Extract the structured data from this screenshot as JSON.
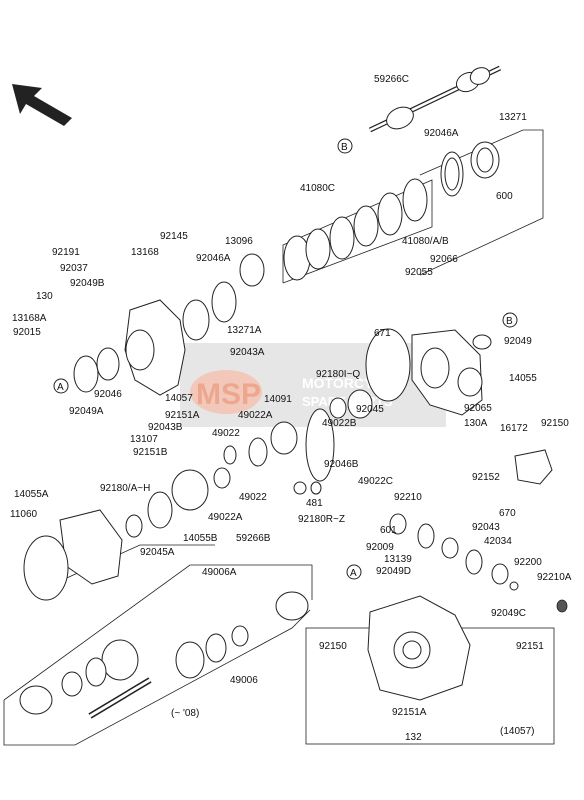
{
  "labels": {
    "l59266c": "59266C",
    "l13271": "13271",
    "l92046a_top": "92046A",
    "l600": "600",
    "l41080c": "41080C",
    "l41080ab": "41080/A/B",
    "l92145": "92145",
    "l92191": "92191",
    "l13168": "13168",
    "l13096": "13096",
    "l92037": "92037",
    "l92046a_mid": "92046A",
    "l92066": "92066",
    "l92055": "92055",
    "l130": "130",
    "l92049b": "92049B",
    "l13168a": "13168A",
    "l92015": "92015",
    "l13271a": "13271A",
    "l671": "671",
    "l92049_right": "92049",
    "l92043a": "92043A",
    "l92180iq": "92180I~Q",
    "l14055": "14055",
    "l92046": "92046",
    "l14057": "14057",
    "l14091": "14091",
    "l92049a": "92049A",
    "l92151a_mid": "92151A",
    "l49022a_top": "49022A",
    "l92045": "92045",
    "l92065": "92065",
    "l130a": "130A",
    "l92043b": "92043B",
    "l13107": "13107",
    "l49022_a": "49022",
    "l49022b": "49022B",
    "l92151b": "92151B",
    "l16172": "16172",
    "l92150_top": "92150",
    "l92046b": "92046B",
    "l49022c": "49022C",
    "l92180ah": "92180/A~H",
    "l14055a": "14055A",
    "l49022_b": "49022",
    "l481": "481",
    "l92152": "92152",
    "l92210": "92210",
    "l670": "670",
    "l11060": "11060",
    "l49022a_bot": "49022A",
    "l92180rz": "92180R~Z",
    "l601": "601",
    "l92043": "92043",
    "l92045a": "92045A",
    "l14055b": "14055B",
    "l59266b": "59266B",
    "l42034": "42034",
    "l92009": "92009",
    "l13139": "13139",
    "l92200": "92200",
    "l92049d": "92049D",
    "l49006a": "49006A",
    "l92210a": "92210A",
    "l92049c": "92049C",
    "l92150_box": "92150",
    "l92151_box": "92151",
    "l49006": "49006",
    "l_08": "(~ '08)",
    "l92151a_box": "92151A",
    "l14057_box": "(14057)",
    "l132": "132"
  },
  "callouts": {
    "a": "A",
    "b": "B"
  },
  "watermark": {
    "brand": "MSP",
    "line1": "MOTORCYCLE",
    "line2": "SPARE PARTS"
  },
  "colors": {
    "watermark_bg": "#c8c8c8",
    "watermark_accent": "#f2a58a"
  }
}
